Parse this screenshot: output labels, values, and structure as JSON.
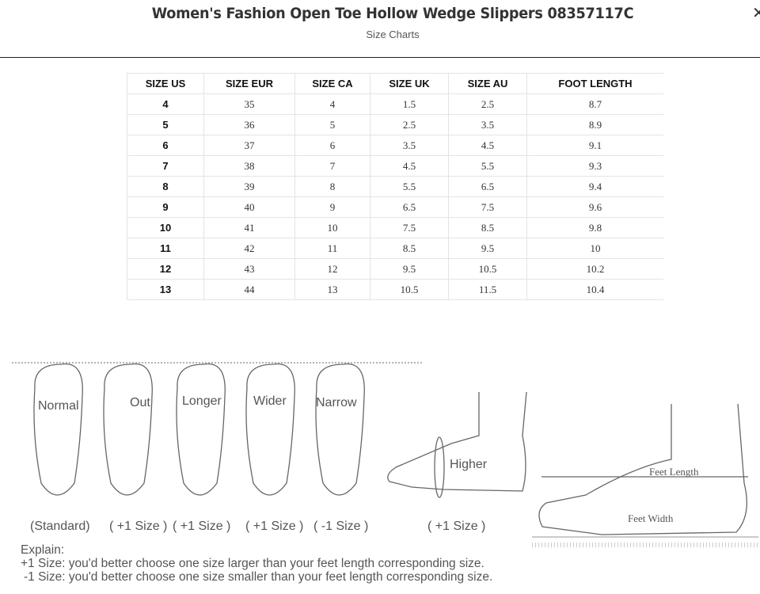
{
  "header": {
    "title": "Women's Fashion Open Toe Hollow Wedge Slippers 08357117C",
    "subtitle": "Size Charts",
    "close_icon": "close-icon"
  },
  "table": {
    "columns": [
      "SIZE US",
      "SIZE EUR",
      "SIZE CA",
      "SIZE UK",
      "SIZE AU",
      "FOOT LENGTH"
    ],
    "rows": [
      [
        "4",
        "35",
        "4",
        "1.5",
        "2.5",
        "8.7"
      ],
      [
        "5",
        "36",
        "5",
        "2.5",
        "3.5",
        "8.9"
      ],
      [
        "6",
        "37",
        "6",
        "3.5",
        "4.5",
        "9.1"
      ],
      [
        "7",
        "38",
        "7",
        "4.5",
        "5.5",
        "9.3"
      ],
      [
        "8",
        "39",
        "8",
        "5.5",
        "6.5",
        "9.4"
      ],
      [
        "9",
        "40",
        "9",
        "6.5",
        "7.5",
        "9.6"
      ],
      [
        "10",
        "41",
        "10",
        "7.5",
        "8.5",
        "9.8"
      ],
      [
        "11",
        "42",
        "11",
        "8.5",
        "9.5",
        "10"
      ],
      [
        "12",
        "43",
        "12",
        "9.5",
        "10.5",
        "10.2"
      ],
      [
        "13",
        "44",
        "13",
        "10.5",
        "11.5",
        "10.4"
      ]
    ]
  },
  "guide": {
    "feet": [
      "Normal",
      "Out",
      "Longer",
      "Wider",
      "Narrow",
      "Higher"
    ],
    "sizes": [
      "(Standard)",
      "( +1 Size )",
      "( +1 Size )",
      "( +1 Size )",
      "( -1 Size )",
      "( +1 Size )"
    ],
    "measure": {
      "length": "Feet Length",
      "width": "Feet Width"
    },
    "explain_title": "Explain:",
    "explain_plus": "+1 Size: you'd better choose one size larger than your feet length corresponding size.",
    "explain_minus": "-1 Size: you'd better choose one size smaller than your feet length corresponding size."
  }
}
